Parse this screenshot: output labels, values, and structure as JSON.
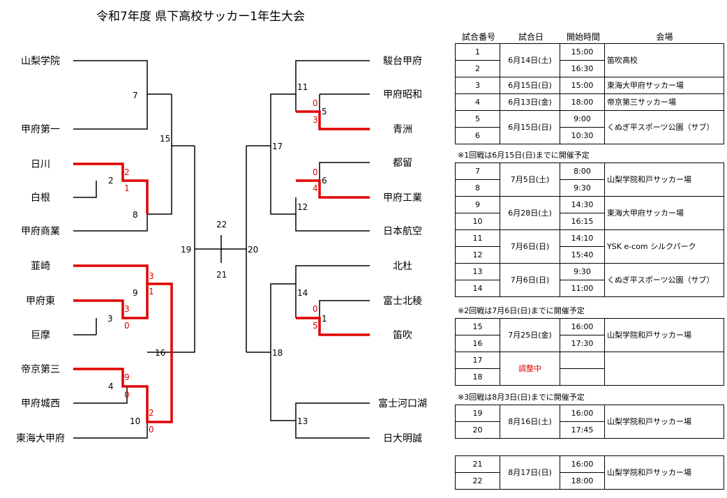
{
  "title": "令和7年度 県下高校サッカー1年生大会",
  "left_teams": [
    "山梨学院",
    "甲府第一",
    "日川",
    "白根",
    "甲府商業",
    "韮崎",
    "甲府東",
    "巨摩",
    "帝京第三",
    "甲府城西",
    "東海大甲府"
  ],
  "right_teams": [
    "駿台甲府",
    "甲府昭和",
    "青洲",
    "都留",
    "甲府工業",
    "日本航空",
    "北杜",
    "富士北稜",
    "笛吹",
    "富士河口湖",
    "日大明誠"
  ],
  "match_numbers": [
    "1",
    "2",
    "3",
    "4",
    "5",
    "6",
    "7",
    "8",
    "9",
    "10",
    "11",
    "12",
    "13",
    "14",
    "15",
    "16",
    "17",
    "18",
    "19",
    "20",
    "21",
    "22"
  ],
  "scores": {
    "m2": [
      "2",
      "1"
    ],
    "m3": [
      "3",
      "0"
    ],
    "m4": [
      "9",
      "0"
    ],
    "m5": [
      "0",
      "3"
    ],
    "m6": [
      "0",
      "4"
    ],
    "m1": [
      "0",
      "5"
    ],
    "m9": [
      "3",
      "1"
    ],
    "m10": [
      "2",
      "0"
    ]
  },
  "colors": {
    "winner": "#e00000",
    "line": "#000000"
  },
  "schedule": {
    "headers": [
      "試合番号",
      "試合日",
      "開始時間",
      "会場"
    ],
    "notes": [
      "※1回戦は6月15日(日)までに開催予定",
      "※2回戦は7月6日(日)までに開催予定",
      "※3回戦は8月3日(日)までに開催予定"
    ],
    "blocks": [
      [
        {
          "no": "1",
          "date": "6月14日(土)",
          "time": "15:00",
          "venue": "笛吹高校"
        },
        {
          "no": "2",
          "time": "16:30"
        },
        {
          "no": "3",
          "date": "6月15日(日)",
          "time": "15:00",
          "venue": "東海大甲府サッカー場"
        },
        {
          "no": "4",
          "date": "6月13日(金)",
          "time": "18:00",
          "venue": "帝京第三サッカー場"
        },
        {
          "no": "5",
          "date": "6月15日(日)",
          "time": "9:00",
          "venue": "くぬぎ平スポーツ公園（サブ）"
        },
        {
          "no": "6",
          "time": "10:30"
        }
      ],
      [
        {
          "no": "7",
          "date": "7月5日(土)",
          "time": "8:00",
          "venue": "山梨学院和戸サッカー場"
        },
        {
          "no": "8",
          "time": "9:30"
        },
        {
          "no": "9",
          "date": "6月28日(土)",
          "time": "14:30",
          "venue": "東海大甲府サッカー場"
        },
        {
          "no": "10",
          "time": "16:15"
        },
        {
          "no": "11",
          "date": "7月6日(日)",
          "time": "14:10",
          "venue": "YSK e-com シルクパーク"
        },
        {
          "no": "12",
          "time": "15:40"
        },
        {
          "no": "13",
          "date": "7月6日(日)",
          "time": "9:30",
          "venue": "くぬぎ平スポーツ公園（サブ）"
        },
        {
          "no": "14",
          "time": "11:00"
        }
      ],
      [
        {
          "no": "15",
          "date": "7月25日(金)",
          "time": "16:00",
          "venue": "山梨学院和戸サッカー場"
        },
        {
          "no": "16",
          "time": "17:30"
        },
        {
          "no": "17",
          "date": "調整中",
          "time": "",
          "venue": ""
        },
        {
          "no": "18",
          "time": ""
        }
      ],
      [
        {
          "no": "19",
          "date": "8月16日(土)",
          "time": "16:00",
          "venue": "山梨学院和戸サッカー場"
        },
        {
          "no": "20",
          "time": "17:45"
        }
      ],
      [
        {
          "no": "21",
          "date": "8月17日(日)",
          "time": "16:00",
          "venue": "山梨学院和戸サッカー場"
        },
        {
          "no": "22",
          "time": "18:00"
        }
      ]
    ]
  }
}
